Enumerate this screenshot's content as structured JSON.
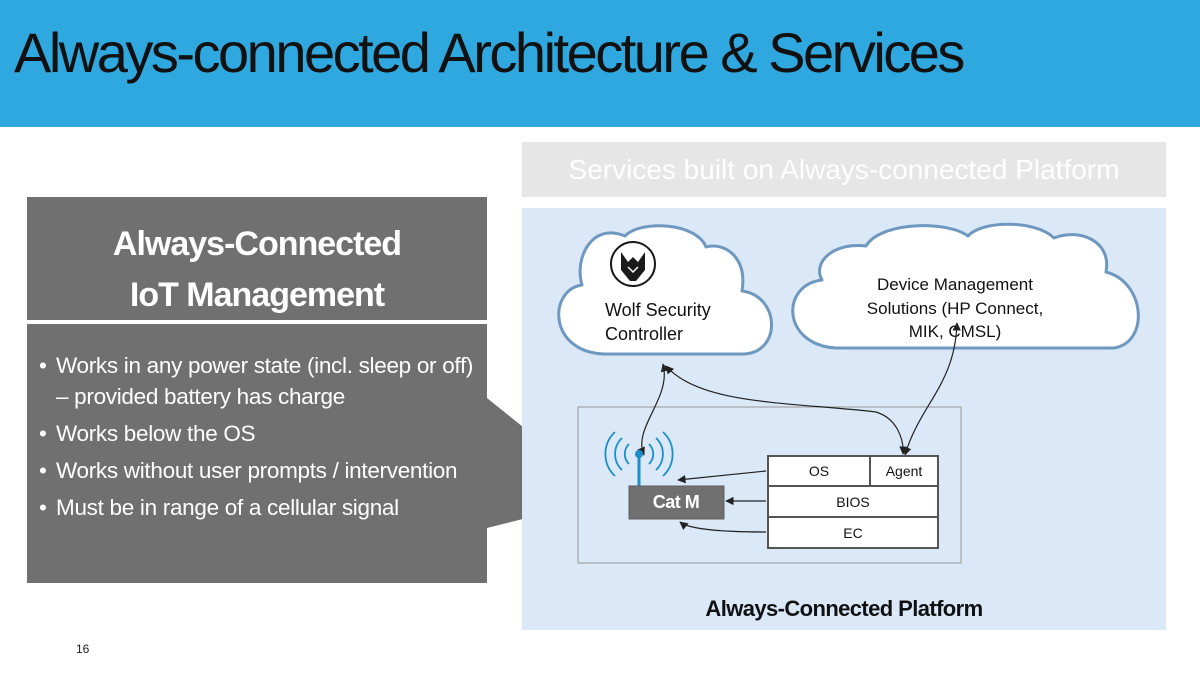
{
  "slide": {
    "title": "Always-connected Architecture & Services",
    "number": "16"
  },
  "services_header": "Services built on Always-connected Platform",
  "left_panel": {
    "heading_line1": "Always-Connected",
    "heading_line2": "IoT Management",
    "bullets": [
      "Works in any power state (incl. sleep or off) – provided battery has charge",
      "Works below the OS",
      "Works without user prompts / intervention",
      "Must be in range of a cellular signal"
    ]
  },
  "diagram": {
    "wolf_cloud": {
      "line1": "Wolf Security",
      "line2": "Controller"
    },
    "device_cloud": {
      "line1": "Device Management",
      "line2": "Solutions (HP Connect,",
      "line3": "MIK, CMSL)"
    },
    "cat_m": "Cat M",
    "stack": {
      "os": "OS",
      "agent": "Agent",
      "bios": "BIOS",
      "ec": "EC"
    },
    "platform_label": "Always-Connected Platform",
    "colors": {
      "title_bar": "#2fa8df",
      "platform_bg": "#dae8f7",
      "cloud_stroke": "#6f98c0",
      "panel_gray": "#707070",
      "antenna_blue": "#1b8fcb"
    }
  }
}
